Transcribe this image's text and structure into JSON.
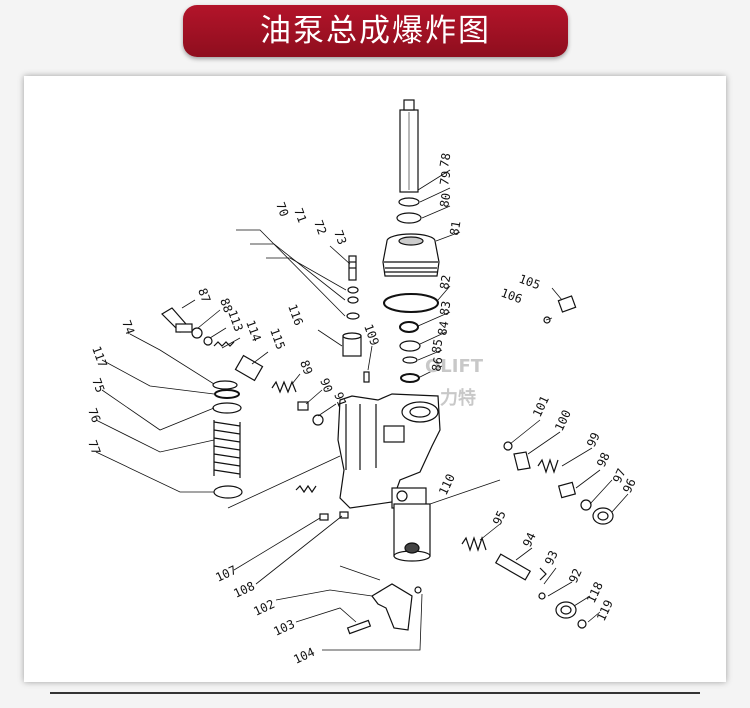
{
  "title": "油泵总成爆炸图",
  "watermark": {
    "latin": "OLIFT",
    "cjk": "力特"
  },
  "part_labels": [
    {
      "id": "p78",
      "text": "78"
    },
    {
      "id": "p79",
      "text": "79"
    },
    {
      "id": "p80",
      "text": "80"
    },
    {
      "id": "p81",
      "text": "81"
    },
    {
      "id": "p82",
      "text": "82"
    },
    {
      "id": "p83",
      "text": "83"
    },
    {
      "id": "p84",
      "text": "84"
    },
    {
      "id": "p85",
      "text": "85"
    },
    {
      "id": "p86",
      "text": "86"
    },
    {
      "id": "p70",
      "text": "70"
    },
    {
      "id": "p71",
      "text": "71"
    },
    {
      "id": "p72",
      "text": "72"
    },
    {
      "id": "p73",
      "text": "73"
    },
    {
      "id": "p87",
      "text": "87"
    },
    {
      "id": "p88",
      "text": "88"
    },
    {
      "id": "p113",
      "text": "113"
    },
    {
      "id": "p114",
      "text": "114"
    },
    {
      "id": "p115",
      "text": "115"
    },
    {
      "id": "p116",
      "text": "116"
    },
    {
      "id": "p109",
      "text": "109"
    },
    {
      "id": "p89",
      "text": "89"
    },
    {
      "id": "p90",
      "text": "90"
    },
    {
      "id": "p91",
      "text": "91"
    },
    {
      "id": "p74",
      "text": "74"
    },
    {
      "id": "p117",
      "text": "117"
    },
    {
      "id": "p75",
      "text": "75"
    },
    {
      "id": "p76",
      "text": "76"
    },
    {
      "id": "p77",
      "text": "77"
    },
    {
      "id": "p105",
      "text": "105"
    },
    {
      "id": "p106",
      "text": "106"
    },
    {
      "id": "p101",
      "text": "101"
    },
    {
      "id": "p100",
      "text": "100"
    },
    {
      "id": "p99",
      "text": "99"
    },
    {
      "id": "p98",
      "text": "98"
    },
    {
      "id": "p97",
      "text": "97"
    },
    {
      "id": "p96",
      "text": "96"
    },
    {
      "id": "p110",
      "text": "110"
    },
    {
      "id": "p95",
      "text": "95"
    },
    {
      "id": "p94",
      "text": "94"
    },
    {
      "id": "p93",
      "text": "93"
    },
    {
      "id": "p92",
      "text": "92"
    },
    {
      "id": "p118",
      "text": "118"
    },
    {
      "id": "p119",
      "text": "119"
    },
    {
      "id": "p107",
      "text": "107"
    },
    {
      "id": "p108",
      "text": "108"
    },
    {
      "id": "p102",
      "text": "102"
    },
    {
      "id": "p103",
      "text": "103"
    },
    {
      "id": "p104",
      "text": "104"
    }
  ]
}
